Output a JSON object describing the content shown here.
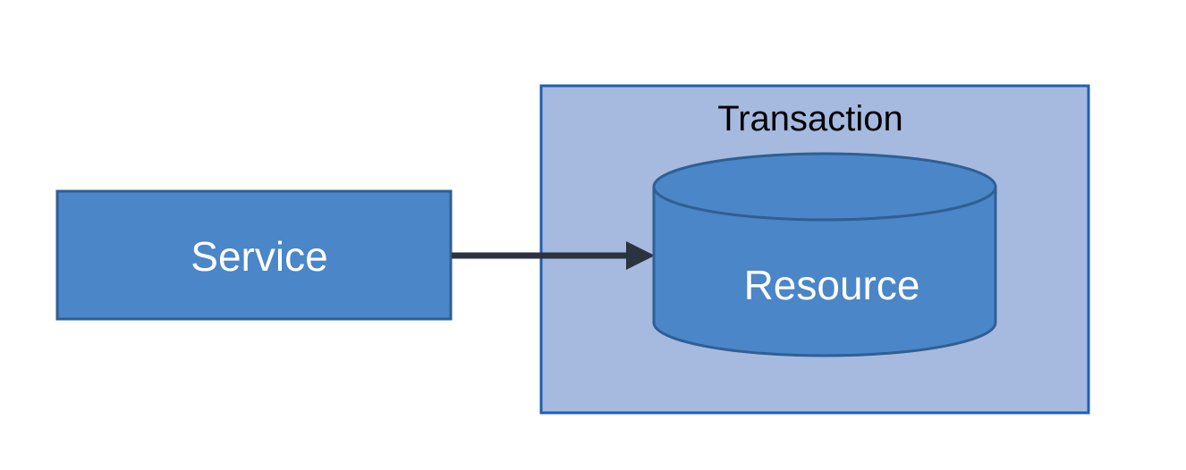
{
  "diagram": {
    "service": {
      "label": "Service",
      "fill": "#4A86C8",
      "stroke": "#2F5F93",
      "text_color": "#FFFFFF"
    },
    "transaction": {
      "label": "Transaction",
      "fill": "#A6BAE0",
      "stroke": "#1F5FB4",
      "text_color": "#000000"
    },
    "resource": {
      "label": "Resource",
      "fill": "#4A86C8",
      "stroke": "#2F5F93",
      "text_color": "#FFFFFF"
    },
    "connector": {
      "from": "Service",
      "to": "Resource",
      "color": "#2B3240"
    }
  }
}
